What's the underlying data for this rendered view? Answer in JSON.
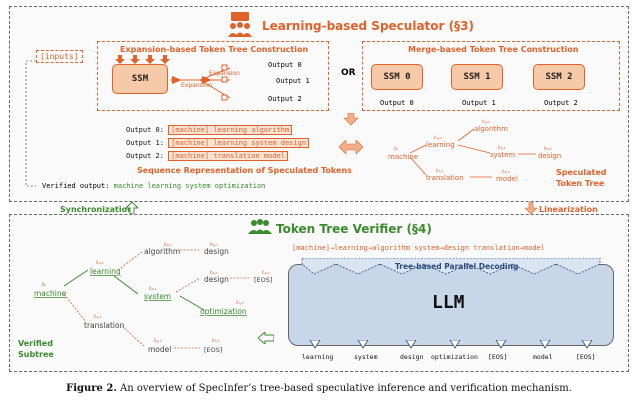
{
  "speculator": {
    "title": "Learning-based Speculator (§3)",
    "inputs_label": "[inputs]",
    "or_label": "OR",
    "expansion": {
      "title": "Expansion-based Token Tree Construction",
      "ssm_label": "SSM",
      "expansion_labels": [
        "Expansion",
        "Expansion"
      ],
      "outputs": [
        "Output 0",
        "Output 1",
        "Output 2"
      ]
    },
    "merge": {
      "title": "Merge-based Token Tree Construction",
      "ssm_labels": [
        "SSM 0",
        "SSM 1",
        "SSM 2"
      ],
      "outputs": [
        "Output 0",
        "Output 1",
        "Output 2"
      ]
    },
    "sequence": {
      "title": "Sequence Representation of Speculated Tokens",
      "rows": [
        {
          "label": "Output 0:",
          "prefix": "[machine]",
          "text": "learning algorithm"
        },
        {
          "label": "Output 1:",
          "prefix": "[machine]",
          "text": "learning system design"
        },
        {
          "label": "Output 2:",
          "prefix": "[machine]",
          "text": "translation model"
        }
      ]
    },
    "verified_output_label": "Verified output:",
    "verified_output_value": "machine learning system optimization",
    "speculated_tree": {
      "title_line1": "Speculated",
      "title_line2": "Token Tree",
      "nodes": [
        {
          "sub": "t₀",
          "word": "machine"
        },
        {
          "sub": "t₁,₀",
          "word": "learning"
        },
        {
          "sub": "t₁,₁",
          "word": "translation"
        },
        {
          "sub": "t₂,₀",
          "word": "algorithm"
        },
        {
          "sub": "t₂,₁",
          "word": "system"
        },
        {
          "sub": "t₂,₂",
          "word": "model"
        },
        {
          "sub": "t₃,₀",
          "word": "design"
        }
      ]
    }
  },
  "synchronization_label": "Synchronization",
  "linearization_label": "Linearization",
  "verifier": {
    "title": "Token Tree Verifier (§4)",
    "sequence_tokens": [
      "[machine]",
      "learning",
      "algorithm",
      "system",
      "design",
      "translation",
      "model"
    ],
    "decoding_label": "Tree-based Parallel Decoding",
    "llm_label": "LLM",
    "output_tokens": [
      "learning",
      "system",
      "design",
      "optimization",
      "[EOS]",
      "model",
      "[EOS]"
    ],
    "verified_subtree_line1": "Verified",
    "verified_subtree_line2": "Subtree",
    "tree_nodes": [
      {
        "sub": "t₀",
        "word": "machine"
      },
      {
        "sub": "t₁,₀",
        "word": "learning"
      },
      {
        "sub": "t₁,₁",
        "word": "translation"
      },
      {
        "sub": "t₂,₀",
        "word": "algorithm"
      },
      {
        "sub": "t₂,₁",
        "word": "system"
      },
      {
        "sub": "t₂,₂",
        "word": "model"
      },
      {
        "sub": "t₃,₀",
        "word": "design"
      },
      {
        "sub": "t₃,₀",
        "word": "design"
      },
      {
        "sub": "t₄,₀",
        "word": "[EOS]"
      },
      {
        "sub": "t₃,₂",
        "word": "optimization"
      },
      {
        "sub": "t₃,₃",
        "word": "[EOS]"
      }
    ]
  },
  "caption": {
    "label": "Figure 2.",
    "text": "An overview of SpecInfer’s tree-based speculative inference and verification mechanism."
  },
  "colors": {
    "accent": "#e0622a",
    "verified": "#3a8a2e",
    "llm": "#c8d6ea"
  }
}
